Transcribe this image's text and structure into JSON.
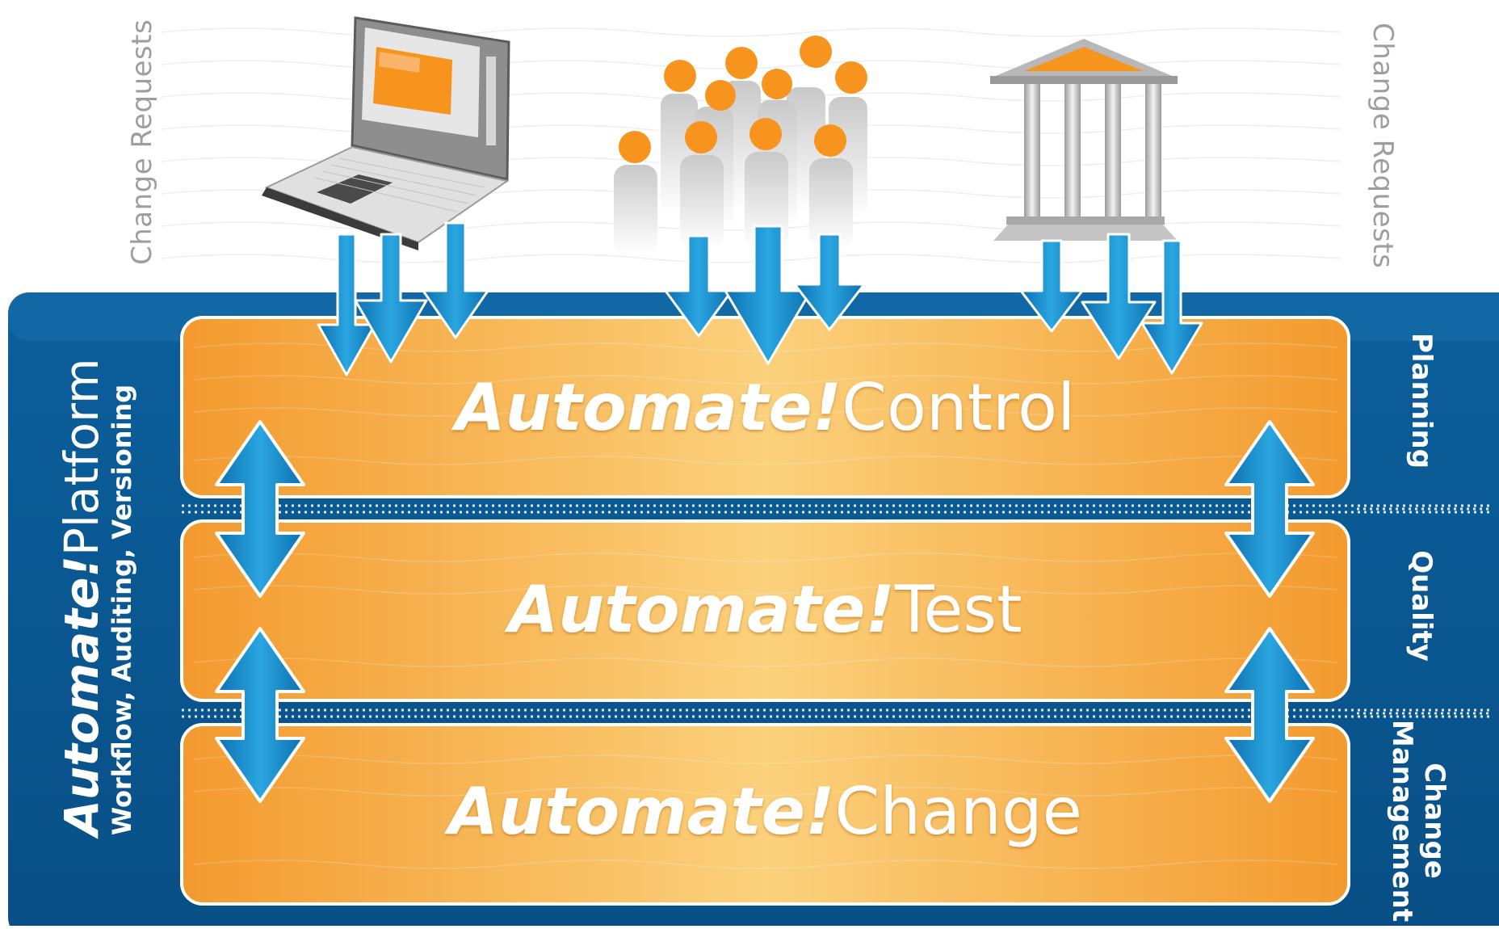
{
  "change_requests_left": "Change Requests",
  "change_requests_right": "Change Requests",
  "platform": {
    "title_em": "Automate!",
    "title_rest": "Platform",
    "subtitle": "Workflow, Auditing, Versioning"
  },
  "layers": [
    {
      "title_em": "Automate!",
      "title_rest": "Control"
    },
    {
      "title_em": "Automate!",
      "title_rest": "Test"
    },
    {
      "title_em": "Automate!",
      "title_rest": "Change"
    }
  ],
  "stages": [
    {
      "lines": [
        "Planning"
      ]
    },
    {
      "lines": [
        "Quality"
      ]
    },
    {
      "lines": [
        "Change",
        "Management"
      ]
    }
  ],
  "sources": [
    "laptop-icon",
    "people-icon",
    "building-icon"
  ],
  "colors": {
    "platform_blue": "#0a5a96",
    "layer_orange": "#f5a23a",
    "layer_center": "#fbd27e",
    "arrow_blue": "#1a8ccf",
    "accent_orange": "#f7941d",
    "muted_gray": "#9e9e9e"
  }
}
